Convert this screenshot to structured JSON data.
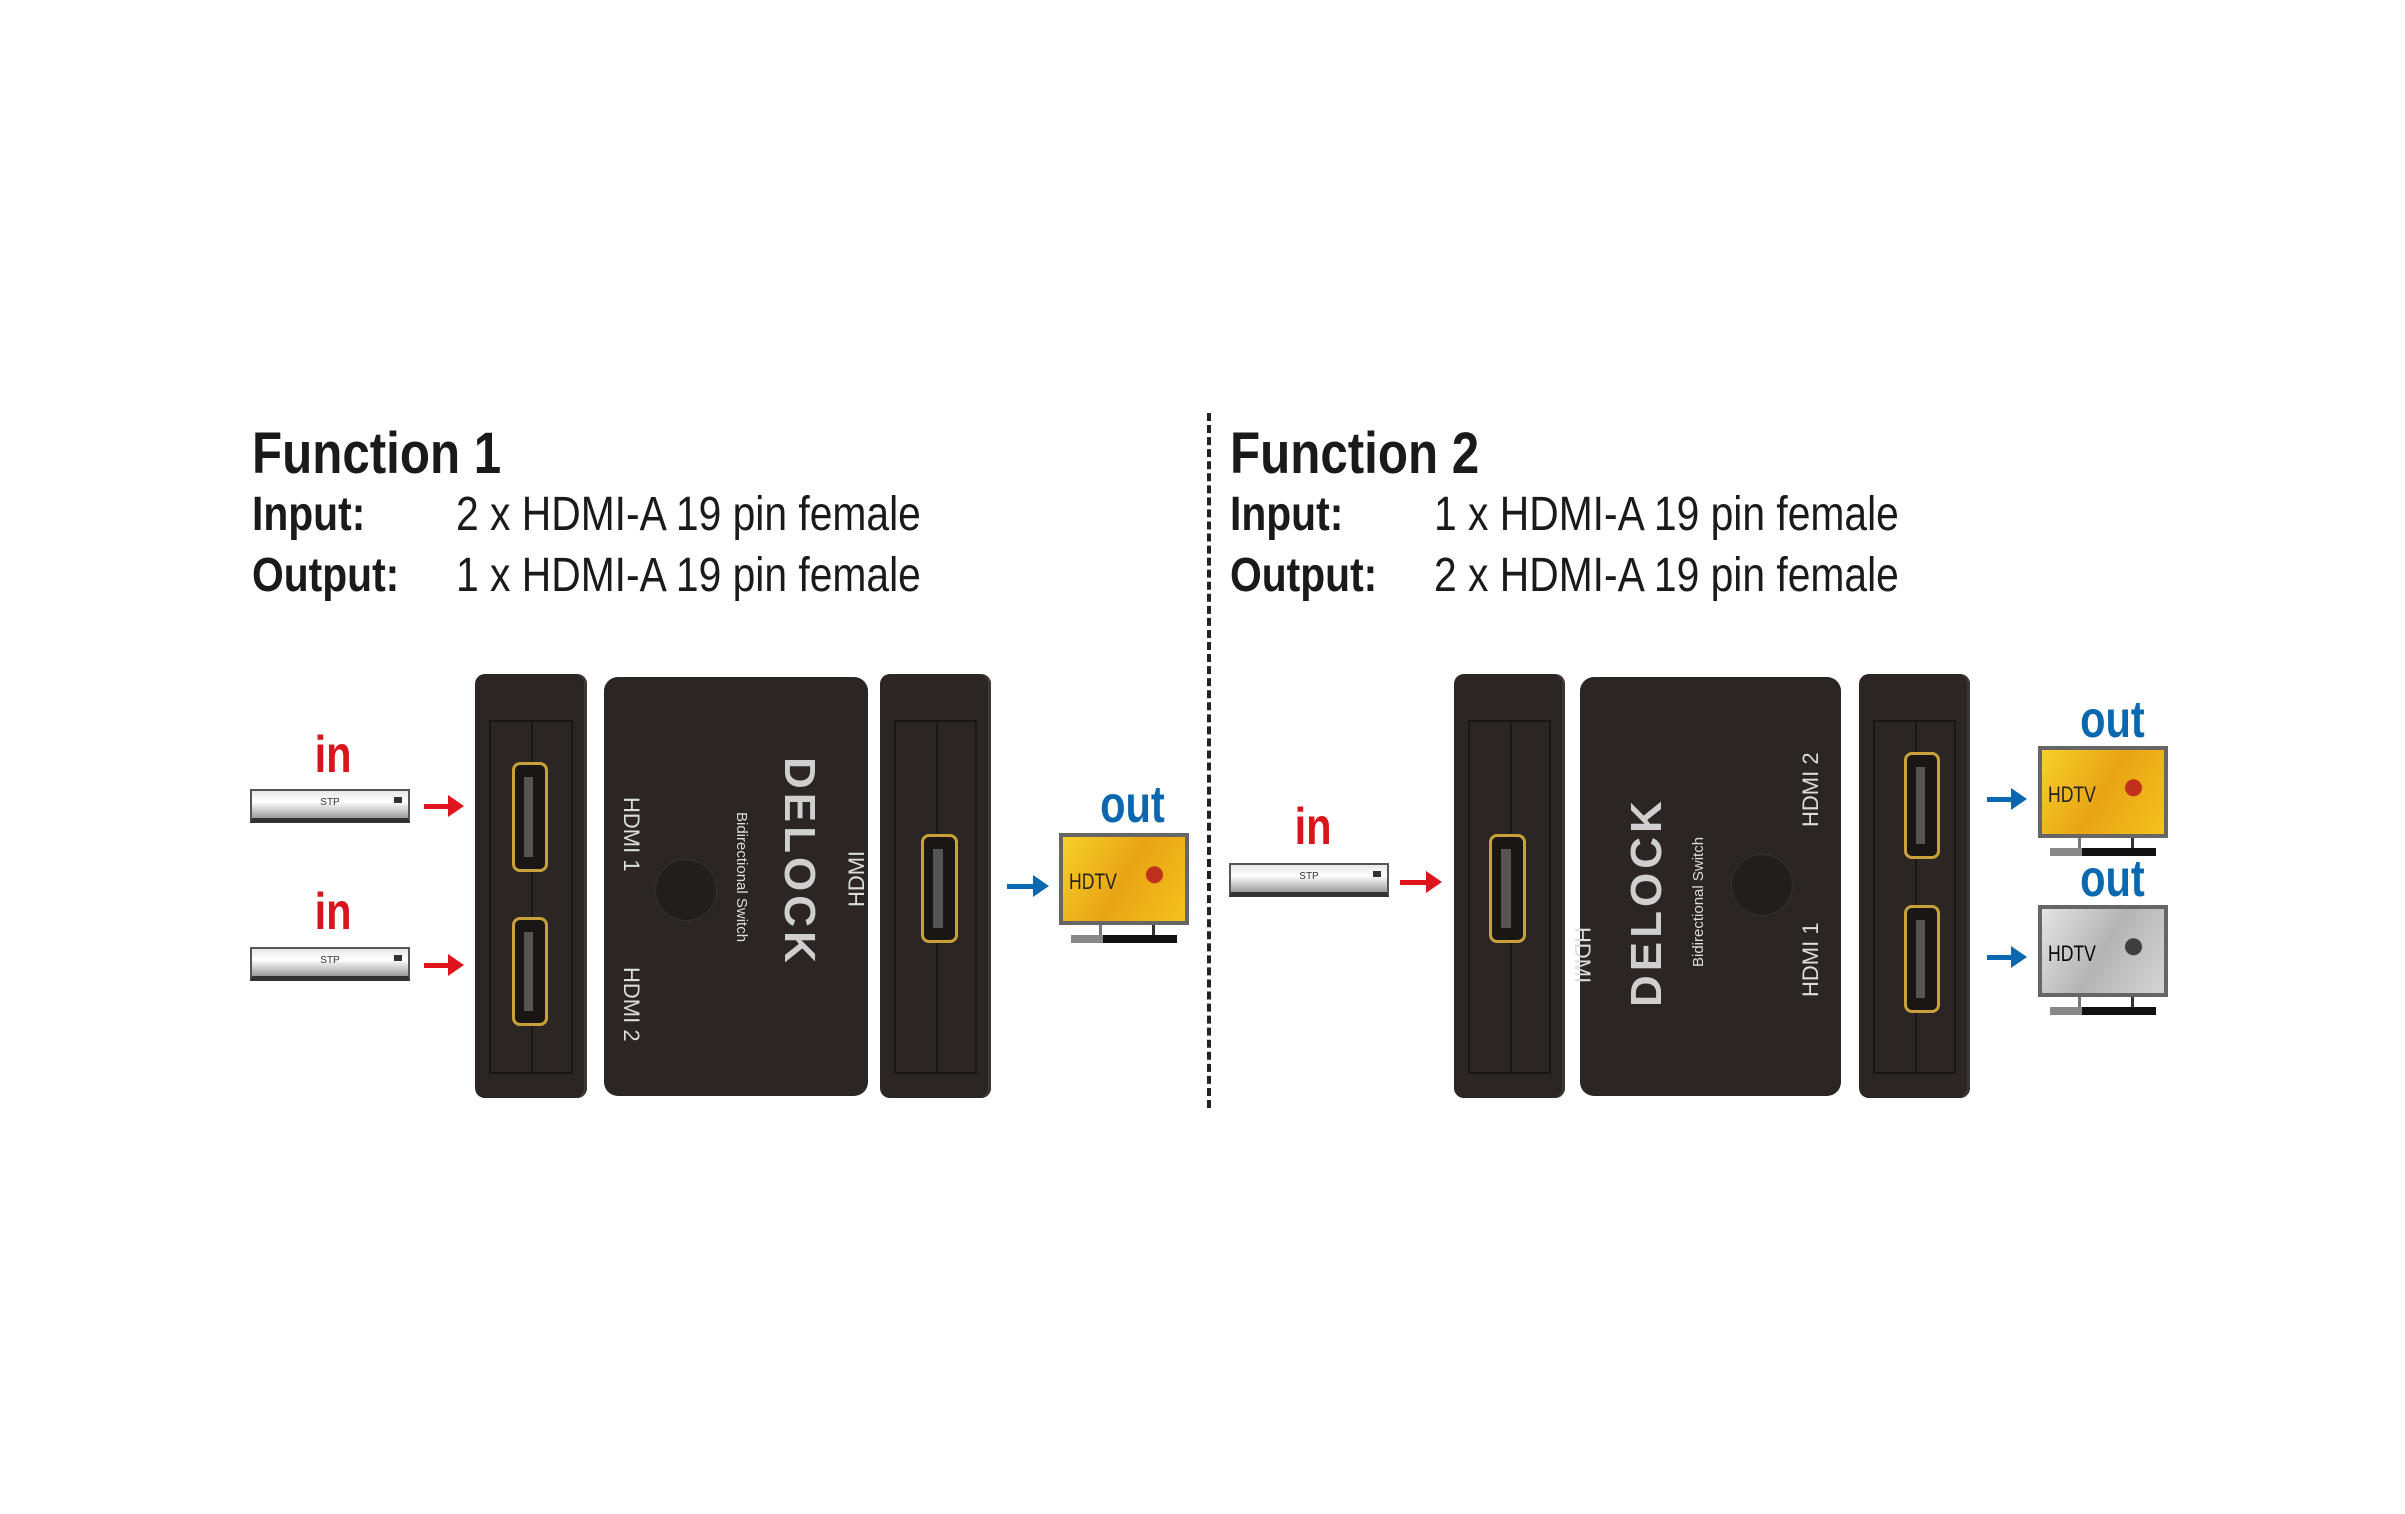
{
  "function1": {
    "title": "Function 1",
    "input_label": "Input:",
    "input_value": "2 x HDMI-A 19 pin female",
    "output_label": "Output:",
    "output_value": "1 x HDMI-A 19 pin female",
    "in_labels": [
      "in",
      "in"
    ],
    "out_labels": [
      "out"
    ]
  },
  "function2": {
    "title": "Function 2",
    "input_label": "Input:",
    "input_value": "1 x HDMI-A 19 pin female",
    "output_label": "Output:",
    "output_value": "2 x HDMI-A 19 pin female",
    "in_labels": [
      "in"
    ],
    "out_labels": [
      "out",
      "out"
    ]
  },
  "device": {
    "brand": "DELOCK",
    "subtitle": "Bidirectional Switch",
    "port_hdmi": "HDMI",
    "port_hdmi1": "HDMI 1",
    "port_hdmi2": "HDMI 2"
  },
  "stp_label": "STP",
  "tv_label": "HDTV",
  "colors": {
    "in": "#d9141c",
    "out": "#0a68b0",
    "device": "#2b2624",
    "port": "#c9a03a"
  }
}
